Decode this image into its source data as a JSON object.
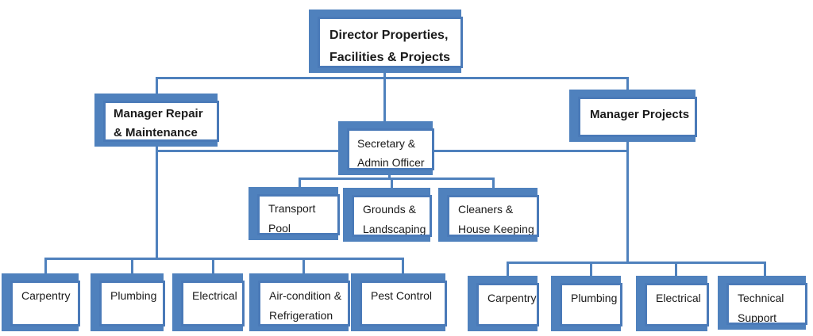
{
  "colors": {
    "accent_blue": "#4F81BD",
    "box_border": "#4A7AB8",
    "box_fill": "#FFFFFF",
    "text": "#1A1A1A",
    "background": "#FFFFFF"
  },
  "org_chart": {
    "type": "organizational-chart",
    "director": {
      "lines": [
        "Director Properties,",
        "Facilities & Projects"
      ]
    },
    "manager_repair": {
      "lines": [
        "Manager Repair",
        "& Maintenance"
      ]
    },
    "secretary": {
      "lines": [
        "Secretary &",
        "Admin Officer"
      ]
    },
    "manager_projects": {
      "lines": [
        "Manager Projects"
      ]
    },
    "secretary_reports": [
      {
        "lines": [
          "Transport",
          "Pool"
        ]
      },
      {
        "lines": [
          "Grounds &",
          "Landscaping"
        ]
      },
      {
        "lines": [
          "Cleaners &",
          "House Keeping"
        ]
      }
    ],
    "repair_reports": [
      {
        "lines": [
          "Carpentry"
        ]
      },
      {
        "lines": [
          "Plumbing"
        ]
      },
      {
        "lines": [
          "Electrical"
        ]
      },
      {
        "lines": [
          "Air-condition &",
          "Refrigeration"
        ]
      },
      {
        "lines": [
          "Pest Control"
        ]
      }
    ],
    "projects_reports": [
      {
        "lines": [
          "Carpentry"
        ]
      },
      {
        "lines": [
          "Plumbing"
        ]
      },
      {
        "lines": [
          "Electrical"
        ]
      },
      {
        "lines": [
          "Technical",
          "Support"
        ]
      }
    ]
  }
}
